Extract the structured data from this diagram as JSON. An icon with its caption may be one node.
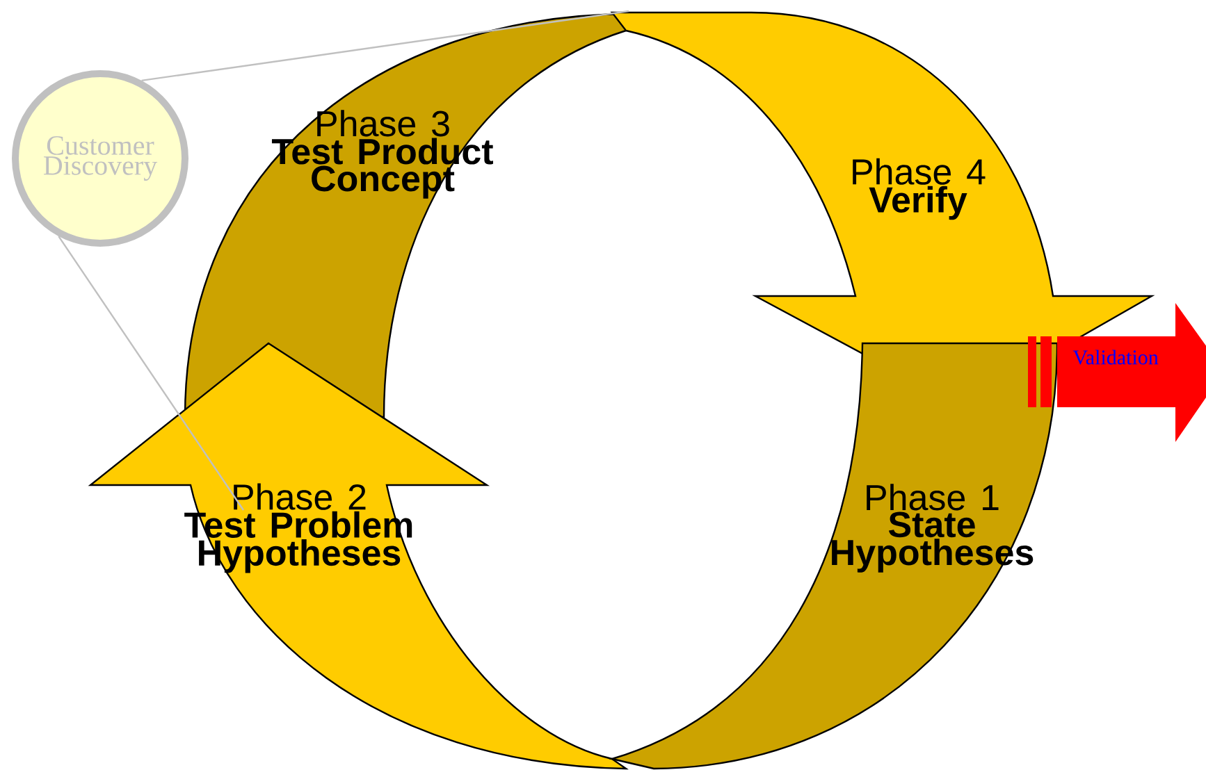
{
  "diagram": {
    "nodes": [
      {
        "text": [
          "Customer Discovery"
        ]
      },
      {
        "text": [
          "Phase 3",
          "Test Product Concept"
        ]
      },
      {
        "text": [
          "Phase 4",
          "Verify"
        ]
      },
      {
        "text": [
          "Phase 2",
          "Test Problem Hypotheses"
        ]
      },
      {
        "text": [
          "Phase 1",
          "State Hypotheses"
        ]
      },
      {
        "text": [
          "Validation"
        ]
      }
    ],
    "edges": [
      {
        "from": 0,
        "to": 1,
        "arrow": "none"
      },
      {
        "from": 0,
        "to": 3,
        "arrow": "none"
      }
    ]
  }
}
